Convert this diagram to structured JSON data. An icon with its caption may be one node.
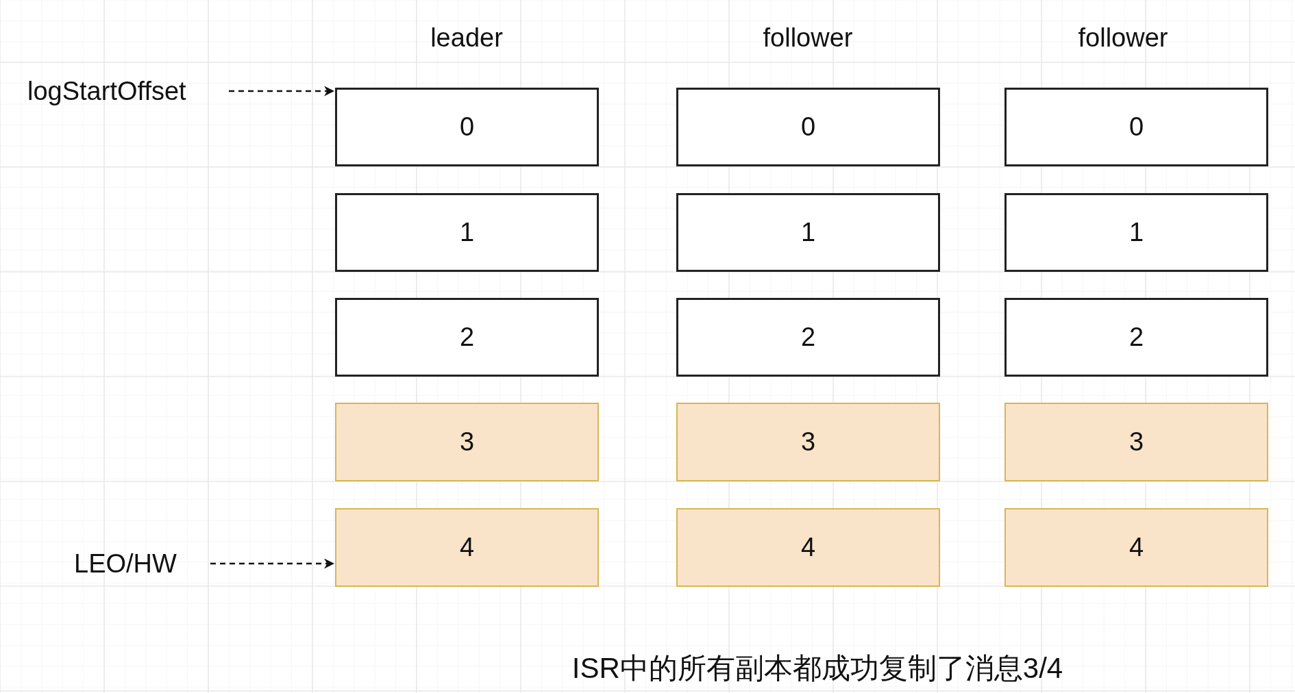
{
  "diagram": {
    "caption": "ISR中的所有副本都成功复制了消息3/4",
    "nodes": [
      {
        "text": [
          "logStartOffset"
        ]
      },
      {
        "text": [
          "0"
        ]
      },
      {
        "text": [
          "0"
        ]
      },
      {
        "text": [
          "0"
        ]
      },
      {
        "text": [
          "1"
        ]
      },
      {
        "text": [
          "1"
        ]
      },
      {
        "text": [
          "1"
        ]
      },
      {
        "text": [
          "2"
        ]
      },
      {
        "text": [
          "2"
        ]
      },
      {
        "text": [
          "2"
        ]
      },
      {
        "text": [
          "3"
        ]
      },
      {
        "text": [
          "3"
        ]
      },
      {
        "text": [
          "3"
        ]
      },
      {
        "text": [
          "LEO/HW"
        ]
      },
      {
        "text": [
          "4"
        ]
      },
      {
        "text": [
          "4"
        ]
      },
      {
        "text": [
          "4"
        ]
      }
    ],
    "edges": [
      {
        "from": 0,
        "to": 1,
        "arrow": "to",
        "style": "dashed"
      },
      {
        "from": 13,
        "to": 14,
        "arrow": "to",
        "style": "dashed"
      }
    ],
    "labels": [
      "leader",
      "follower",
      "follower"
    ]
  }
}
